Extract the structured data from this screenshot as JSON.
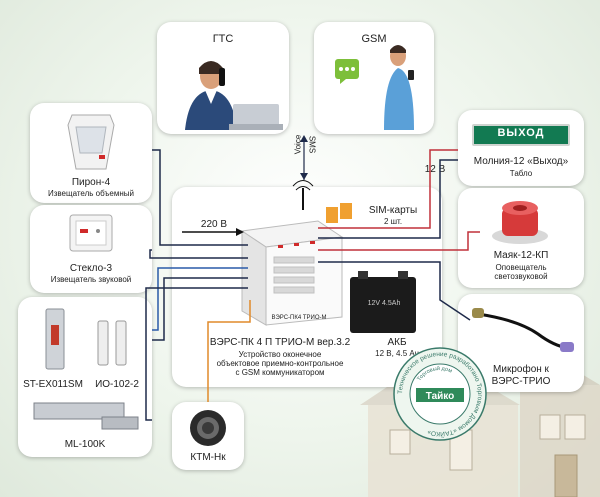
{
  "top": {
    "gts_label": "ГТС",
    "gsm_label": "GSM"
  },
  "link": {
    "voice": "Voice",
    "sms": "SMS"
  },
  "left": {
    "piron_name": "Пирон-4",
    "piron_desc": "Извещатель объемный",
    "steklo_name": "Стекло-3",
    "steklo_desc": "Извещатель звуковой",
    "exit_button": "ST-EX011SM",
    "magnet_contact": "ИО-102-2",
    "lock": "ML-100K"
  },
  "center": {
    "power_label": "220 В",
    "sim_label": "SIM-карты",
    "sim_qty": "2 шт.",
    "device_name": "ВЭРС-ПК 4 П ТРИО-М вер.3.2",
    "device_desc1": "Устройство оконечное",
    "device_desc2": "объектовое приемно-контрольное",
    "device_desc3": "с GSM коммуникатором",
    "battery_name": "АКБ",
    "battery_spec": "12 В, 4.5 Ач",
    "battery_mark": "12V 4.5Ah",
    "device_brand": "ВЭРС-ПК4 ТРИО-М"
  },
  "bottom": {
    "ktm_label": "КТМ-Нк"
  },
  "right": {
    "volt_label": "12 В",
    "exit_sign_text": "ВЫХОД",
    "exit_sign_name": "Молния-12 «Выход»",
    "exit_sign_desc": "Табло",
    "mayak_name": "Маяк-12-КП",
    "mayak_desc1": "Оповещатель",
    "mayak_desc2": "светозвуковой",
    "mic_label1": "Микрофон к",
    "mic_label2": "ВЭРС-ТРИО"
  },
  "stamp": {
    "center": "Тайко",
    "top_ring": "Торговый дом",
    "ring": "Техническое решение разработано Торговым Домом «ТАЙКО»"
  },
  "colors": {
    "wire_dark": "#1e2a4a",
    "wire_red": "#c0303a",
    "wire_blue": "#2a5aa8",
    "wire_orange": "#e08a2a",
    "sign_bg": "#127a52"
  }
}
